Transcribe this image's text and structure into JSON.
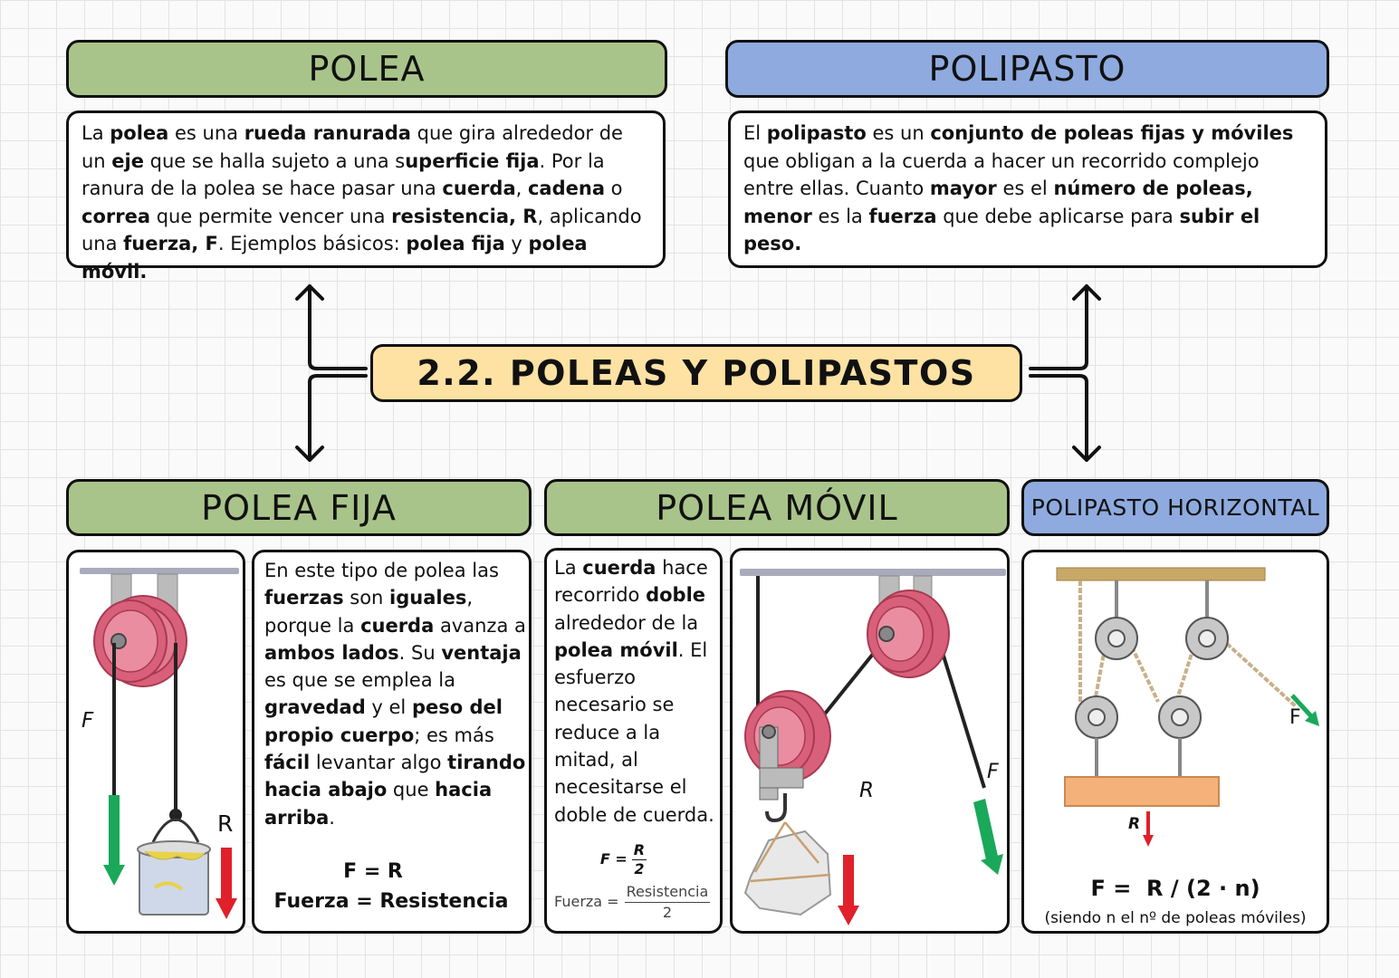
{
  "polea": {
    "title": "POLEA",
    "text": [
      "La ",
      "polea",
      " es una ",
      "rueda ranurada",
      " que gira alrededor de un ",
      "eje",
      " que se halla sujeto a una s",
      "uperficie fija",
      ". Por la ranura de la polea se hace pasar una ",
      "cuerda",
      ", ",
      "cadena",
      " o ",
      "correa",
      " que permite vencer una ",
      "resistencia, R",
      ", aplicando una ",
      "fuerza, F",
      ". Ejemplos básicos: ",
      "polea fija",
      " y ",
      "polea móvil."
    ]
  },
  "polipasto": {
    "title": "POLIPASTO",
    "text": [
      "El ",
      "polipasto",
      " es un ",
      "conjunto de poleas fijas y móviles",
      " que obligan a la cuerda a hacer un recorrido complejo entre ellas. Cuanto ",
      "mayor",
      " es el ",
      "número de poleas, menor",
      " es la ",
      "fuerza",
      " que debe aplicarse para ",
      "subir el peso."
    ]
  },
  "center_title": "2.2. POLEAS Y POLIPASTOS",
  "polea_fija": {
    "title": "POLEA FIJA",
    "text": [
      "En este tipo de polea las ",
      "fuerzas",
      " son ",
      "iguales",
      ", porque la ",
      "cuerda",
      " avanza a ",
      "ambos lados",
      ". Su ",
      "ventaja",
      " es que se emplea la ",
      "gravedad",
      " y el ",
      "peso del propio cuerpo",
      "; es más ",
      "fácil",
      " levantar algo ",
      "tirando hacia abajo",
      " que ",
      "hacia arriba",
      "."
    ],
    "formula1": "F = R",
    "formula2": "Fuerza = Resistencia",
    "label_f": "F",
    "label_r": "R"
  },
  "polea_movil": {
    "title": "POLEA MÓVIL",
    "text": [
      "La ",
      "cuerda",
      " hace recorrido ",
      "doble",
      " alrededor de la ",
      "polea móvil",
      ". El esfuerzo necesario se reduce a la mitad, al necesitarse el doble de cuerda."
    ],
    "f_label": "F =",
    "f_num": "R",
    "f_den": "2",
    "fuerza_label": "Fuerza =",
    "fuerza_num": "Resistencia",
    "fuerza_den": "2",
    "label_f": "F",
    "label_r": "R"
  },
  "polipasto_horizontal": {
    "title": "POLIPASTO HORIZONTAL",
    "formula": "F =  R / (2 · n)",
    "note": "(siendo n el nº de poleas móviles)",
    "label_f": "F",
    "label_r": "R"
  },
  "colors": {
    "green": "#a9c48a",
    "blue": "#8eaadf",
    "yellow": "#fde2a3",
    "pulley": "#d9607a",
    "arrow_green": "#1aa85a",
    "arrow_red": "#e0202a"
  }
}
